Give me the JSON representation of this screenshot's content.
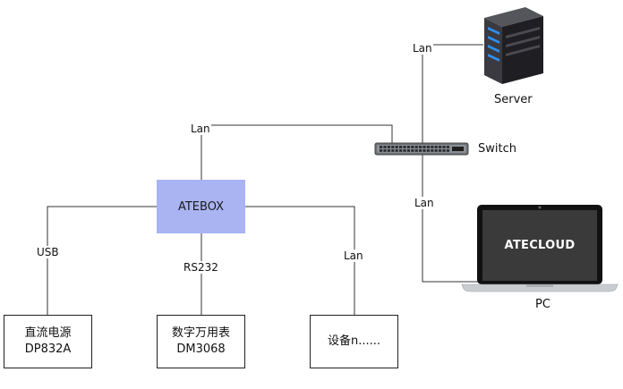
{
  "atebox": {
    "label": "ATEBOX"
  },
  "links": {
    "lan_atebox": "Lan",
    "lan_server": "Lan",
    "lan_pc": "Lan",
    "usb": "USB",
    "rs232": "RS232",
    "lan_device": "Lan"
  },
  "nodes": {
    "server": "Server",
    "switch": "Switch",
    "pc": "PC",
    "laptop_screen": "ATECLOUD"
  },
  "devices": [
    {
      "line1": "直流电源",
      "line2": "DP832A"
    },
    {
      "line1": "数字万用表",
      "line2": "DM3068"
    },
    {
      "line1": "设备n......",
      "line2": ""
    }
  ],
  "colors": {
    "atebox_fill": "#aab4f3",
    "line": "#333333",
    "server_body": "#2f2f33",
    "server_light": "#2f8ff0",
    "laptop_bezel": "#111111",
    "laptop_screen": "#3a3a3a"
  }
}
